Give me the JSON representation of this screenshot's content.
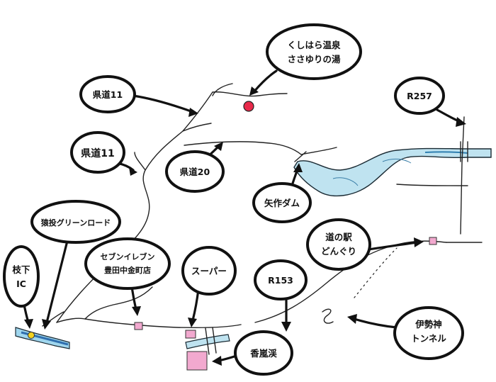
{
  "map": {
    "labels": {
      "onsen": [
        "くしはら温泉",
        "ささゆりの湯"
      ],
      "kendo11_top": "県道11",
      "kendo11_left": "県道11",
      "kendo20": "県道20",
      "r257": "R257",
      "yahagi_dam": "矢作ダム",
      "green_road": "猿投グリーンロード",
      "enashita_ic": [
        "枝下",
        "IC"
      ],
      "seven_eleven": [
        "セブンイレブン",
        "豊田中金町店"
      ],
      "super": "スーパー",
      "r153": "R153",
      "michi_no_eki": [
        "道の駅",
        "どんぐり"
      ],
      "korankei": "香嵐渓",
      "iboki_tunnel": [
        "伊勢神",
        "トンネル"
      ]
    },
    "colors": {
      "river": "#bfe3f0",
      "river_edge": "#1a2a33",
      "river_dark": "#2f7fb0",
      "onsen_marker": "#e8294a",
      "shop_marker": "#f2a9cf",
      "ic_marker": "#f3d21f"
    }
  }
}
